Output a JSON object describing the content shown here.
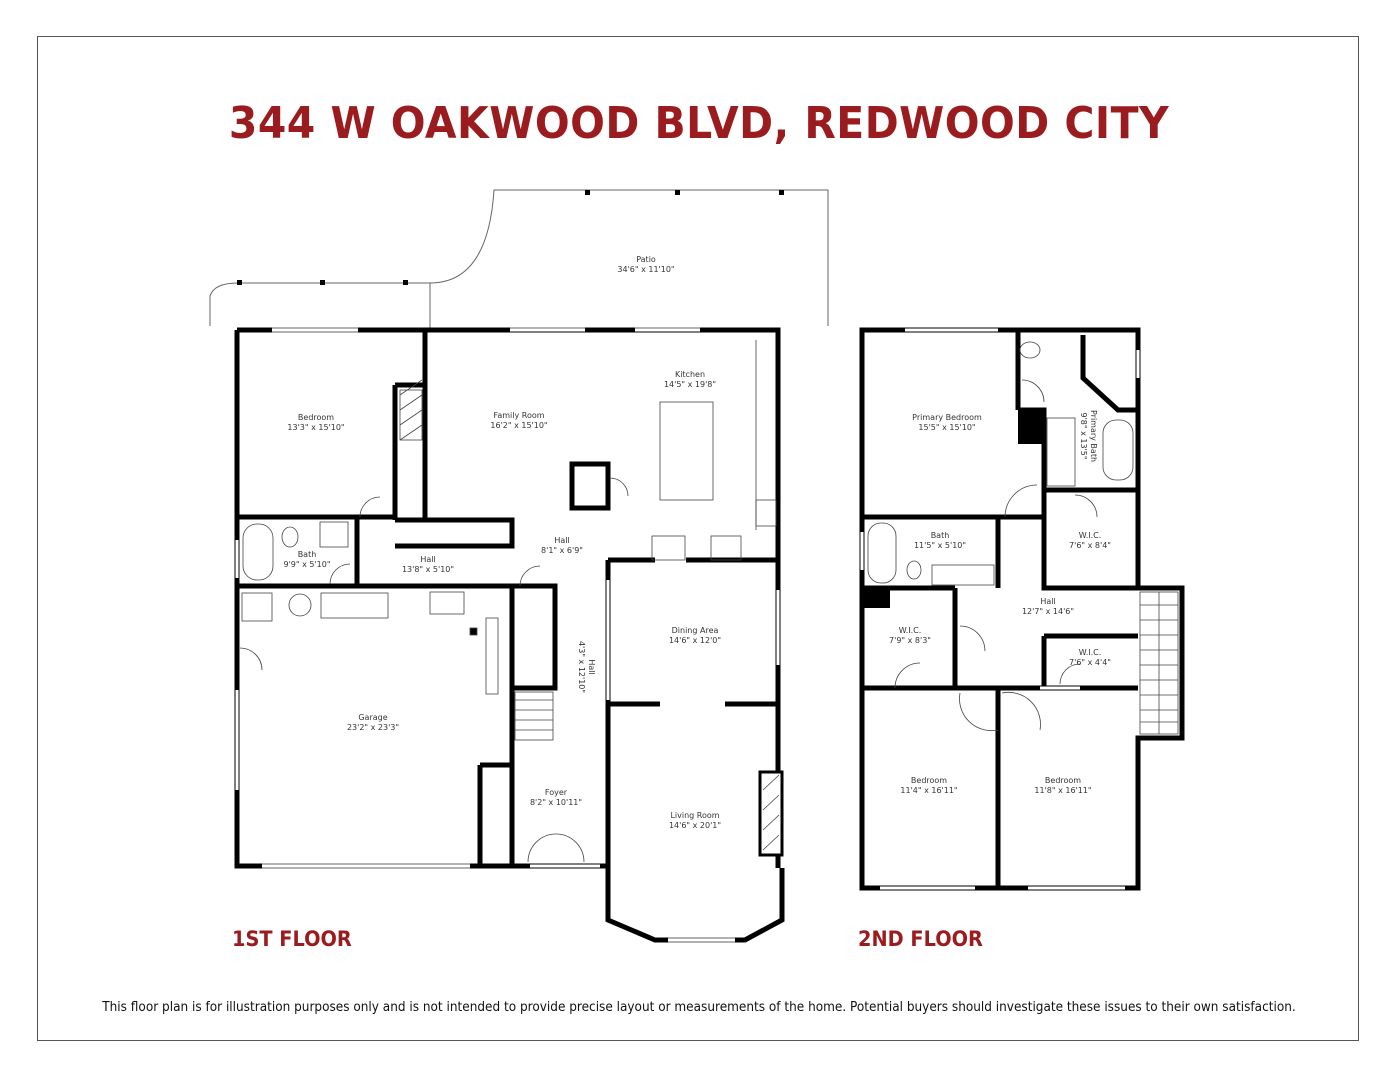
{
  "title": "344 W OAKWOOD BLVD, REDWOOD CITY",
  "colors": {
    "accent": "#9b1c1f",
    "wall": "#000000",
    "frame": "#555555"
  },
  "floors": [
    {
      "label": "1ST FLOOR",
      "rooms": [
        {
          "name": "Patio",
          "dims": "34'6\" x 11'10\""
        },
        {
          "name": "Bedroom",
          "dims": "13'3\" x 15'10\""
        },
        {
          "name": "Family Room",
          "dims": "16'2\" x 15'10\""
        },
        {
          "name": "Kitchen",
          "dims": "14'5\" x 19'8\""
        },
        {
          "name": "Bath",
          "dims": "9'9\" x 5'10\""
        },
        {
          "name": "Hall",
          "dims": "13'8\" x 5'10\""
        },
        {
          "name": "Hall",
          "dims": "8'1\" x 6'9\""
        },
        {
          "name": "Hall",
          "dims": "4'3\" x 12'10\""
        },
        {
          "name": "Dining Area",
          "dims": "14'6\" x 12'0\""
        },
        {
          "name": "Garage",
          "dims": "23'2\" x 23'3\""
        },
        {
          "name": "Foyer",
          "dims": "8'2\" x 10'11\""
        },
        {
          "name": "Living Room",
          "dims": "14'6\" x 20'1\""
        }
      ]
    },
    {
      "label": "2ND FLOOR",
      "rooms": [
        {
          "name": "Primary Bedroom",
          "dims": "15'5\" x 15'10\""
        },
        {
          "name": "Primary Bath",
          "dims": "9'8\" x 13'5\""
        },
        {
          "name": "Bath",
          "dims": "11'5\" x 5'10\""
        },
        {
          "name": "W.I.C.",
          "dims": "7'6\" x 8'4\""
        },
        {
          "name": "Hall",
          "dims": "12'7\" x 14'6\""
        },
        {
          "name": "W.I.C.",
          "dims": "7'9\" x 8'3\""
        },
        {
          "name": "W.I.C.",
          "dims": "7'6\" x 4'4\""
        },
        {
          "name": "Bedroom",
          "dims": "11'4\" x 16'11\""
        },
        {
          "name": "Bedroom",
          "dims": "11'8\" x 16'11\""
        }
      ]
    }
  ],
  "disclaimer": "This floor plan is for illustration purposes only and is not intended to provide precise layout or measurements of the home. Potential buyers should investigate these issues to their own satisfaction."
}
